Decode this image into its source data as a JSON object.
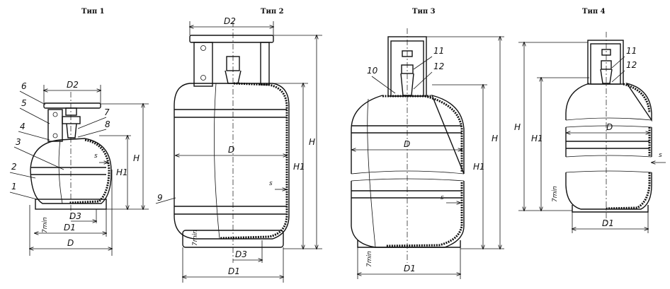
{
  "figures": [
    {
      "title": "Тип 1",
      "labels": {
        "D": "D",
        "D1": "D1",
        "D2": "D2",
        "D3": "D3",
        "H": "H",
        "H1": "H1",
        "s": "s",
        "min": "7min"
      },
      "parts": [
        "1",
        "2",
        "3",
        "4",
        "5",
        "6",
        "7",
        "8"
      ]
    },
    {
      "title": "Тип 2",
      "labels": {
        "D": "D",
        "D1": "D1",
        "D2": "D2",
        "D3": "D3",
        "H": "H",
        "H1": "H1",
        "s": "s",
        "min": "7min"
      },
      "parts": [
        "9"
      ]
    },
    {
      "title": "Тип 3",
      "labels": {
        "D": "D",
        "D1": "D1",
        "H": "H",
        "H1": "H1",
        "s": "s",
        "min": "7min"
      },
      "parts": [
        "10",
        "11",
        "12"
      ]
    },
    {
      "title": "Тип 4",
      "labels": {
        "D": "D",
        "D1": "D1",
        "H": "H",
        "H1": "H1",
        "s": "s",
        "min": "7min"
      },
      "parts": [
        "11",
        "12"
      ]
    }
  ]
}
